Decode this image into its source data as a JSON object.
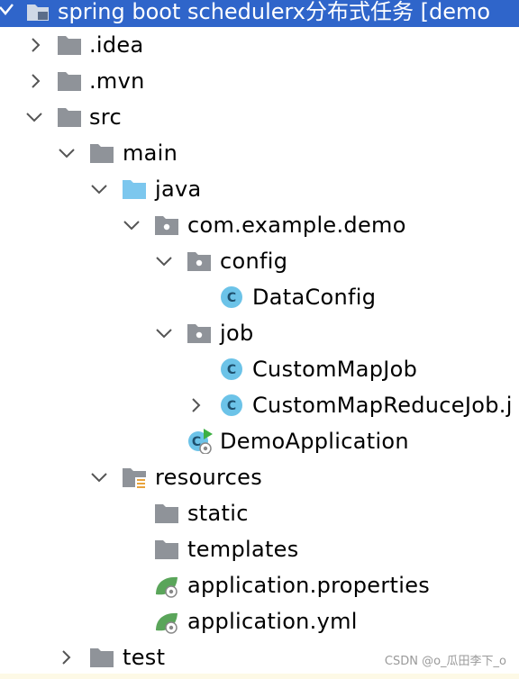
{
  "tree": {
    "root_label": "spring boot schedulerx分布式任务 [demo",
    "items": [
      {
        "label": ".idea"
      },
      {
        "label": ".mvn"
      },
      {
        "label": "src"
      },
      {
        "label": "main"
      },
      {
        "label": "java"
      },
      {
        "label": "com.example.demo"
      },
      {
        "label": "config"
      },
      {
        "label": "DataConfig"
      },
      {
        "label": "job"
      },
      {
        "label": "CustomMapJob"
      },
      {
        "label": "CustomMapReduceJob.j"
      },
      {
        "label": "DemoApplication"
      },
      {
        "label": "resources"
      },
      {
        "label": "static"
      },
      {
        "label": "templates"
      },
      {
        "label": "application.properties"
      },
      {
        "label": "application.yml"
      },
      {
        "label": "test"
      }
    ]
  },
  "watermark": "CSDN @o_瓜田李下_o",
  "colors": {
    "selection": "#2f65ca",
    "folder": "#8f9399",
    "source_folder": "#7cc7ee",
    "class_icon": "#6cc3e8",
    "spring_leaf": "#5aa55a"
  }
}
